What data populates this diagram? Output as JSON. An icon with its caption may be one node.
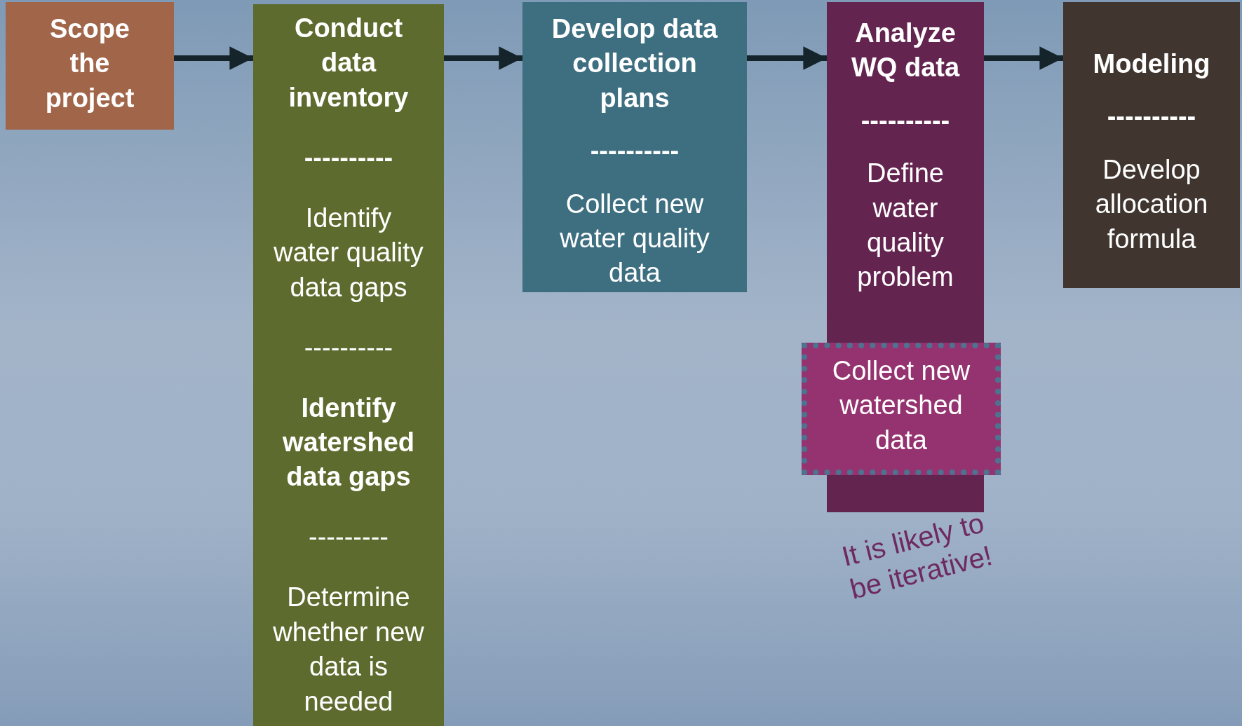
{
  "diagram": {
    "nodes": [
      {
        "text": [
          "Scope the project"
        ]
      },
      {
        "text": [
          "Conduct data inventory",
          "----------",
          "Identify water quality data gaps",
          "----------",
          "**Identify watershed data gaps**",
          "---------",
          "Determine whether new data is needed"
        ]
      },
      {
        "text": [
          "Develop data collection plans",
          "----------",
          "Collect new water quality data"
        ]
      },
      {
        "text": [
          "Analyze WQ data",
          "----------",
          "Define water quality problem"
        ]
      },
      {
        "text": [
          "Modeling",
          "----------",
          "Develop allocation formula"
        ]
      },
      {
        "text": [
          "Collect new watershed data"
        ]
      },
      {
        "text": [],
        "shape": "bar"
      }
    ],
    "edges": [
      {
        "from": 0,
        "to": 1,
        "arrow": "to"
      },
      {
        "from": 1,
        "to": 2,
        "arrow": "to"
      },
      {
        "from": 2,
        "to": 3,
        "arrow": "to"
      },
      {
        "from": 3,
        "to": 4,
        "arrow": "to"
      }
    ],
    "labels": [
      "It is likely to be iterative!"
    ]
  }
}
